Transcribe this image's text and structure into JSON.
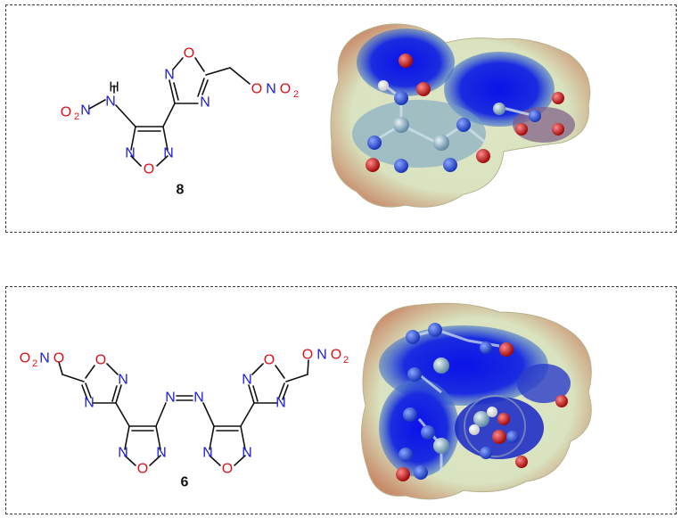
{
  "panels": [
    {
      "compound_label": "8",
      "atom_text": {
        "n": "N",
        "h": "H",
        "o": "O",
        "o2": "O",
        "two": "2"
      },
      "map_colors": {
        "negative": "#0b12e8",
        "neutral": "#dfe6c4",
        "positive": "#c83838",
        "c_atom": "#7fa9bf",
        "n_atom": "#2c4fd8",
        "o_atom": "#d01818"
      }
    },
    {
      "compound_label": "6",
      "atom_text": {
        "n": "N",
        "o": "O",
        "o2": "O",
        "two": "2"
      },
      "map_colors": {
        "negative": "#0b12e8",
        "neutral": "#dfe6c4",
        "positive": "#c83838",
        "c_atom": "#7fa9bf",
        "n_atom": "#2c4fd8",
        "o_atom": "#d01818",
        "h_atom": "#ffffff"
      }
    }
  ]
}
